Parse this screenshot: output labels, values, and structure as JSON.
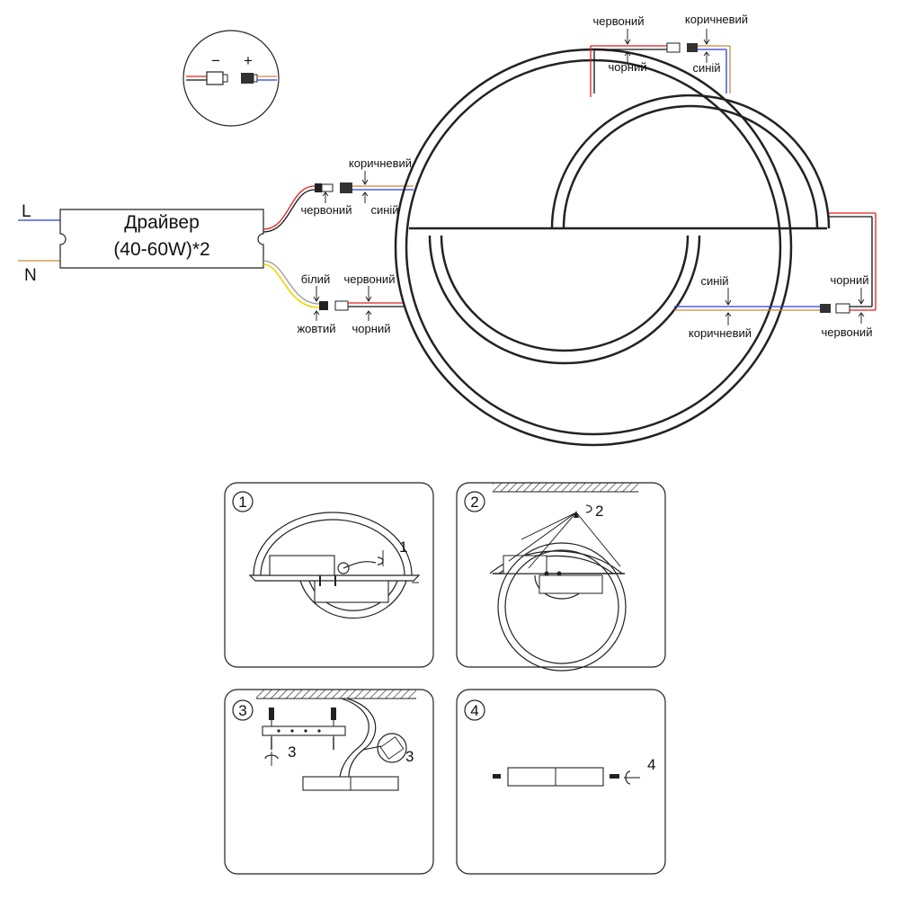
{
  "driver": {
    "title": "Драйвер",
    "rating": "(40-60W)*2"
  },
  "mains": {
    "live": "L",
    "neutral": "N"
  },
  "inset": {
    "minus": "−",
    "plus": "+"
  },
  "wires": {
    "red": "червоний",
    "black": "чорний",
    "brown": "коричневий",
    "blue": "синій",
    "white": "білий",
    "yellow": "жовтий"
  },
  "colors": {
    "red": "#e02020",
    "brown": "#c98a3c",
    "blue": "#2a3fd6",
    "yellow": "#f2d400",
    "black": "#111111",
    "line": "#222222"
  },
  "steps": [
    {
      "badge": "1",
      "callout": "1"
    },
    {
      "badge": "2",
      "callout": "2"
    },
    {
      "badge": "3",
      "callout": "3"
    },
    {
      "badge": "4",
      "callout": "4"
    }
  ]
}
